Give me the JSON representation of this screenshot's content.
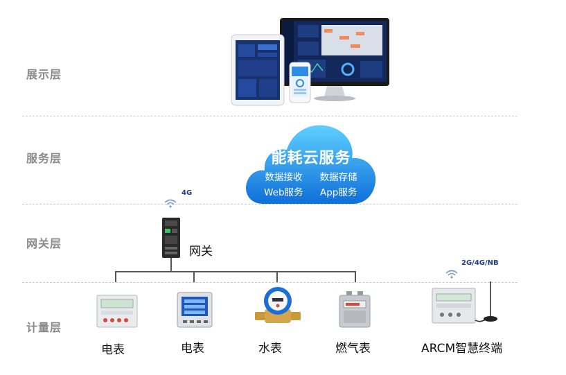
{
  "layers": {
    "display": "展示层",
    "service": "服务层",
    "gateway": "网关层",
    "metering": "计量层"
  },
  "cloud": {
    "title": "能耗云服务",
    "items": [
      "数据接收",
      "数据存储",
      "Web服务",
      "App服务"
    ],
    "gradient": [
      "#5fd0ff",
      "#0f6fd9"
    ]
  },
  "gateway": {
    "label": "网关",
    "signal": "4G"
  },
  "devices": [
    {
      "label": "电表"
    },
    {
      "label": "电表"
    },
    {
      "label": "水表"
    },
    {
      "label": "燃气表"
    },
    {
      "label": "ARCM智慧终端",
      "signal": "2G/4G/NB"
    }
  ]
}
